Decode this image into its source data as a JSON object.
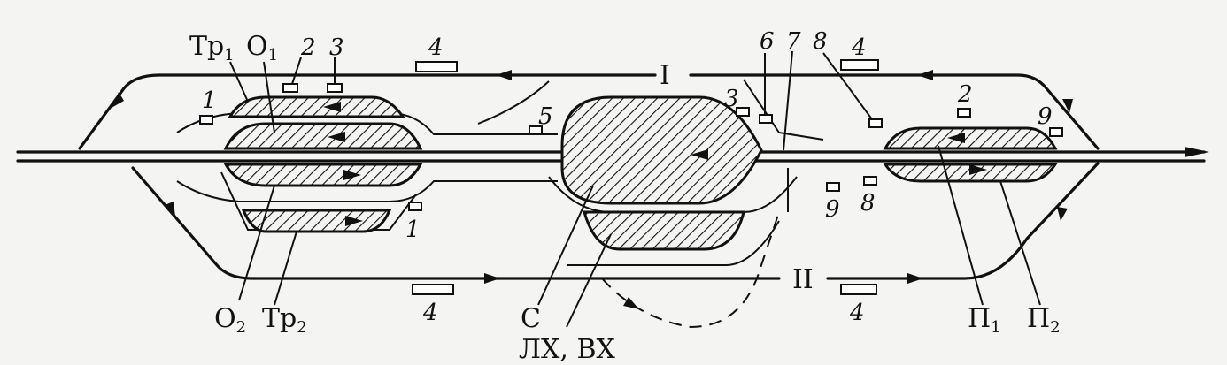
{
  "labels": {
    "main_I": "I",
    "main_II": "II",
    "tr1": "Тр",
    "tr1_sub": "1",
    "o1": "О",
    "o1_sub": "1",
    "o2": "О",
    "o2_sub": "2",
    "tr2": "Тр",
    "tr2_sub": "2",
    "c": "С",
    "lh_vh": "ЛХ,  ВХ",
    "p1": "П",
    "p1_sub": "1",
    "p2": "П",
    "p2_sub": "2",
    "n1a": "1",
    "n2a": "2",
    "n3a": "3",
    "n4_top_left": "4",
    "n4_top_right": "4",
    "n4_bottom_left": "4",
    "n4_bottom_right": "4",
    "n5": "5",
    "n3b": "3",
    "n6": "6",
    "n7": "7",
    "n8a": "8",
    "n2b": "2",
    "n9a": "9",
    "n1b": "1",
    "n9b": "9",
    "n8b": "8"
  },
  "colors": {
    "ink": "#111111",
    "paper": "#f4f4f2"
  }
}
